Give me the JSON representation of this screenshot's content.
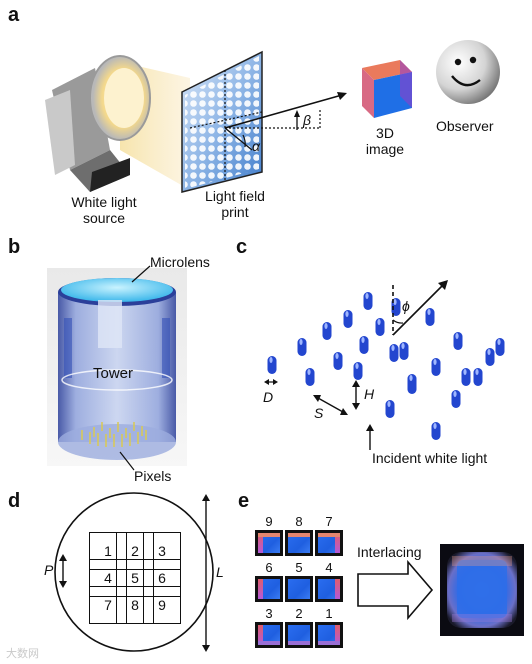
{
  "panels": {
    "a": {
      "letter": "a",
      "white_light_source": "White light source",
      "light_field_print": "Light field print",
      "beta": "β",
      "alpha": "α",
      "image_3d": "3D image",
      "observer": "Observer"
    },
    "b": {
      "letter": "b",
      "microlens": "Microlens",
      "tower": "Tower",
      "pixels": "Pixels"
    },
    "c": {
      "letter": "c",
      "phi": "ϕ",
      "D": "D",
      "H": "H",
      "S": "S",
      "incident": "Incident white light"
    },
    "d": {
      "letter": "d",
      "P": "P",
      "L": "L",
      "grid": [
        "1",
        "2",
        "3",
        "4",
        "5",
        "6",
        "7",
        "8",
        "9"
      ]
    },
    "e": {
      "letter": "e",
      "tile_numbers": [
        "9",
        "8",
        "7",
        "6",
        "5",
        "4",
        "3",
        "2",
        "1"
      ],
      "interlacing": "Interlacing"
    }
  },
  "colors": {
    "blue": "#1f5fe0",
    "cyan_lens": "#5fd1f5",
    "tower_blue": "#8a9fd6",
    "pillar_blue": "#2a4fd8",
    "warm_light": "#f6e3a8"
  },
  "watermark": "大数网"
}
